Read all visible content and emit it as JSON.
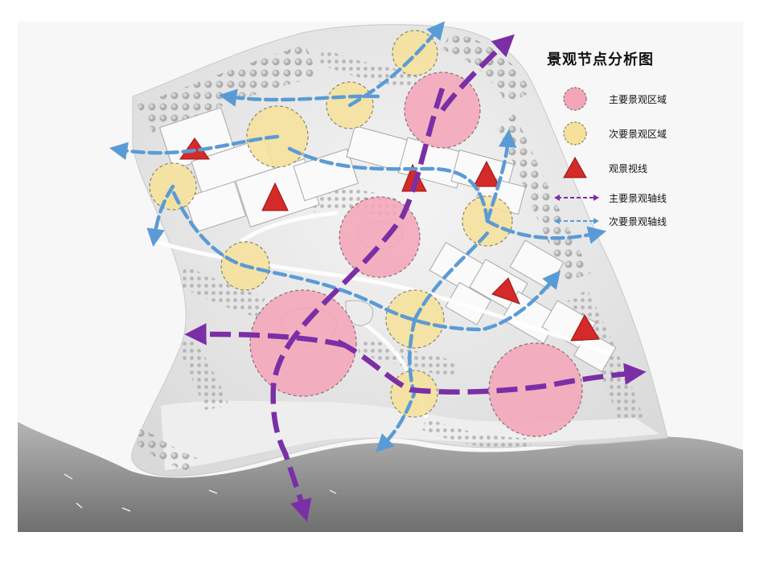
{
  "legend": {
    "title": "景观节点分析图",
    "items": [
      {
        "key": "major_zone",
        "label": "主要景观区域",
        "symbol": "pink-circle",
        "color": "#f4a6b8"
      },
      {
        "key": "minor_zone",
        "label": "次要景观区域",
        "symbol": "yellow-circle",
        "color": "#f5e19a"
      },
      {
        "key": "viewpoint",
        "label": "观景视线",
        "symbol": "red-triangle",
        "color": "#d42a2a"
      },
      {
        "key": "major_axis",
        "label": "主要景观轴线",
        "symbol": "purple-dashed-arrow",
        "color": "#7b2fa6"
      },
      {
        "key": "minor_axis",
        "label": "次要景观轴线",
        "symbol": "blue-dashed-arrow",
        "color": "#5b9bd5"
      }
    ]
  },
  "colors": {
    "major_zone": "#f4a6b8",
    "minor_zone": "#f5e19a",
    "viewpoint": "#d42a2a",
    "major_axis": "#7b2fa6",
    "minor_axis": "#5b9bd5",
    "sea": "#9a9a9a",
    "land": "#e9e9e9"
  }
}
